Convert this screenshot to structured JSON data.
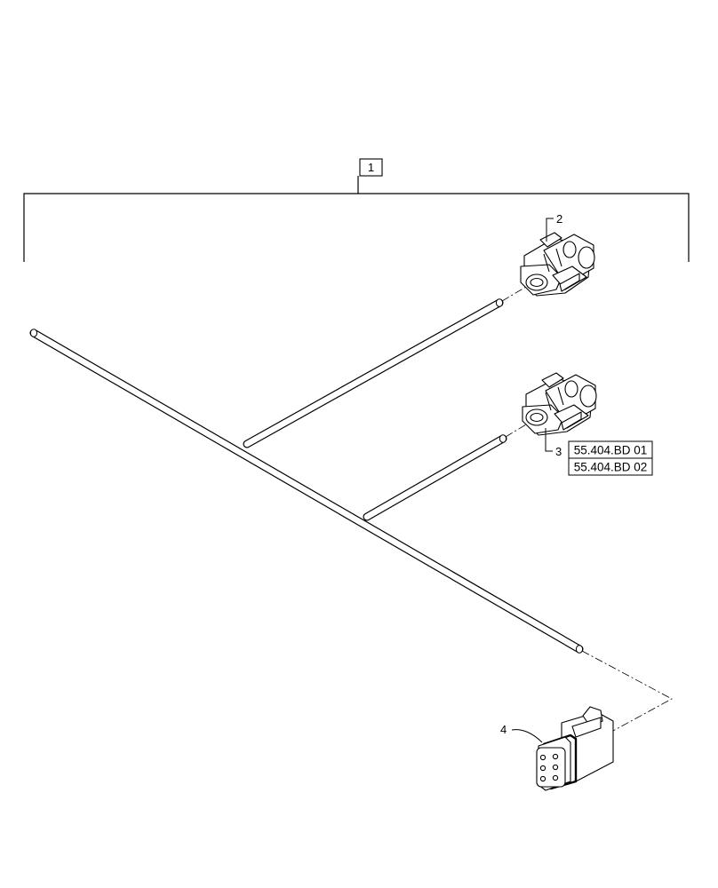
{
  "diagram": {
    "callouts": [
      {
        "id": "1",
        "text": "1",
        "boxed": true
      },
      {
        "id": "2",
        "text": "2",
        "boxed": false
      },
      {
        "id": "3",
        "text": "3",
        "boxed": false
      },
      {
        "id": "4",
        "text": "4",
        "boxed": false
      }
    ],
    "references": [
      {
        "text": "55.404.BD 01"
      },
      {
        "text": "55.404.BD 02"
      }
    ],
    "parts": [
      {
        "callout": "1",
        "icon": "wire-harness-icon"
      },
      {
        "callout": "2",
        "icon": "two-pin-connector-icon"
      },
      {
        "callout": "3",
        "icon": "two-pin-connector-icon"
      },
      {
        "callout": "4",
        "icon": "six-pin-connector-icon"
      }
    ]
  }
}
